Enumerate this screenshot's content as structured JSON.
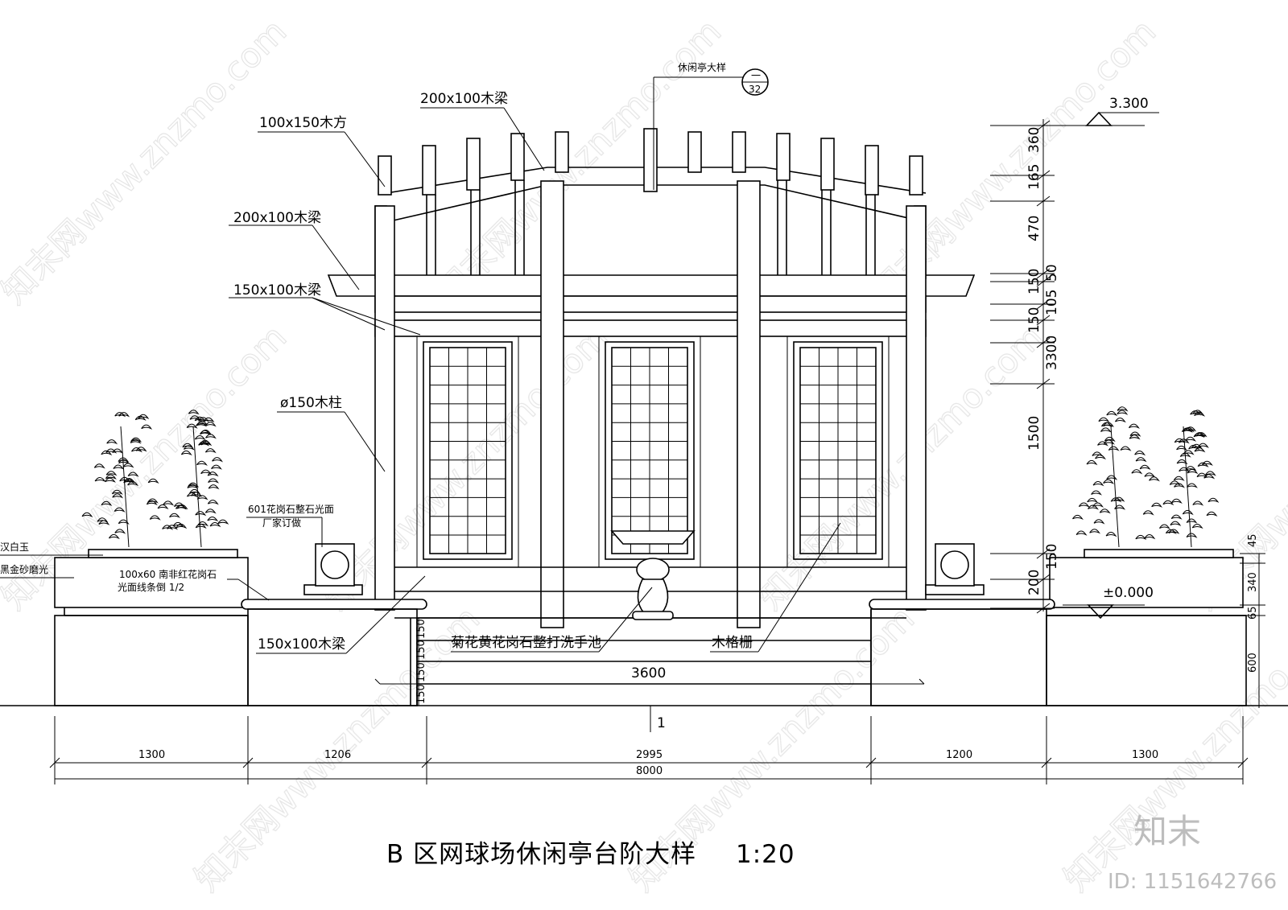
{
  "drawing": {
    "title": "B 区网球场休闲亭台阶大样",
    "scale": "1:20",
    "detail_ref": {
      "label": "休闲亭大样",
      "top": "一",
      "bottom": "32"
    }
  },
  "labels": {
    "wood_square": "100x150木方",
    "beam_top": "200x100木梁",
    "beam_left": "200x100木梁",
    "beam_150": "150x100木梁",
    "column": "ø150木柱",
    "granite_601": "601花岗石整石光面",
    "factory_made": "厂家订做",
    "white_jade": "汉白玉",
    "black_gold": "黑金砂磨光",
    "nanfei_granite_1": "100x60 南非红花岗石",
    "nanfei_granite_2": "光面线条倒 1/2",
    "beam_lower": "150x100木梁",
    "wash_basin": "菊花黄花岗石整打洗手池",
    "wood_lattice": "木格栅"
  },
  "elevations": {
    "top": "3.300",
    "zero": "±0.000"
  },
  "dims_right": [
    "360",
    "165",
    "470",
    "50",
    "150",
    "105",
    "150",
    "3300",
    "1500",
    "150",
    "200"
  ],
  "dims_far_right": [
    "45",
    "340",
    "65",
    "600"
  ],
  "dims_steps": [
    "150",
    "150",
    "150",
    "150"
  ],
  "dim_stair_width": "3600",
  "axis_label": "1",
  "dims_bottom": [
    "1300",
    "1206",
    "2995",
    "1200",
    "1300"
  ],
  "dim_total": "8000",
  "brand": "知末",
  "id_text": "ID: 1151642766",
  "watermark": "知末网www.znzmo.com"
}
